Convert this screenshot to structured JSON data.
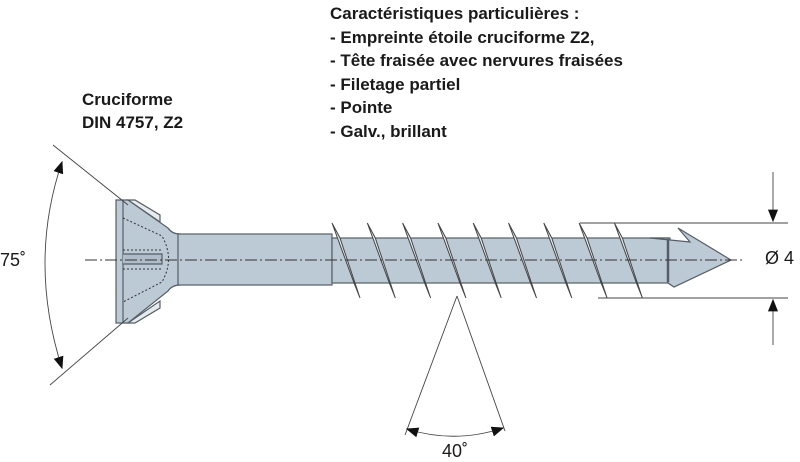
{
  "features": {
    "title": "Caractéristiques particulières :",
    "items": [
      "- Empreinte étoile cruciforme Z2,",
      "- Tête fraisée avec nervures fraisées",
      "- Filetage partiel",
      "- Pointe",
      "- Galv., brillant"
    ]
  },
  "head_type": {
    "line1": "Cruciforme",
    "line2": "DIN 4757, Z2"
  },
  "dimensions": {
    "head_angle": "75˚",
    "thread_angle": "40˚",
    "diameter": "Ø 4"
  },
  "colors": {
    "screw_fill": "#bccad5",
    "outline": "#555e66",
    "text": "#1a1a1a"
  }
}
